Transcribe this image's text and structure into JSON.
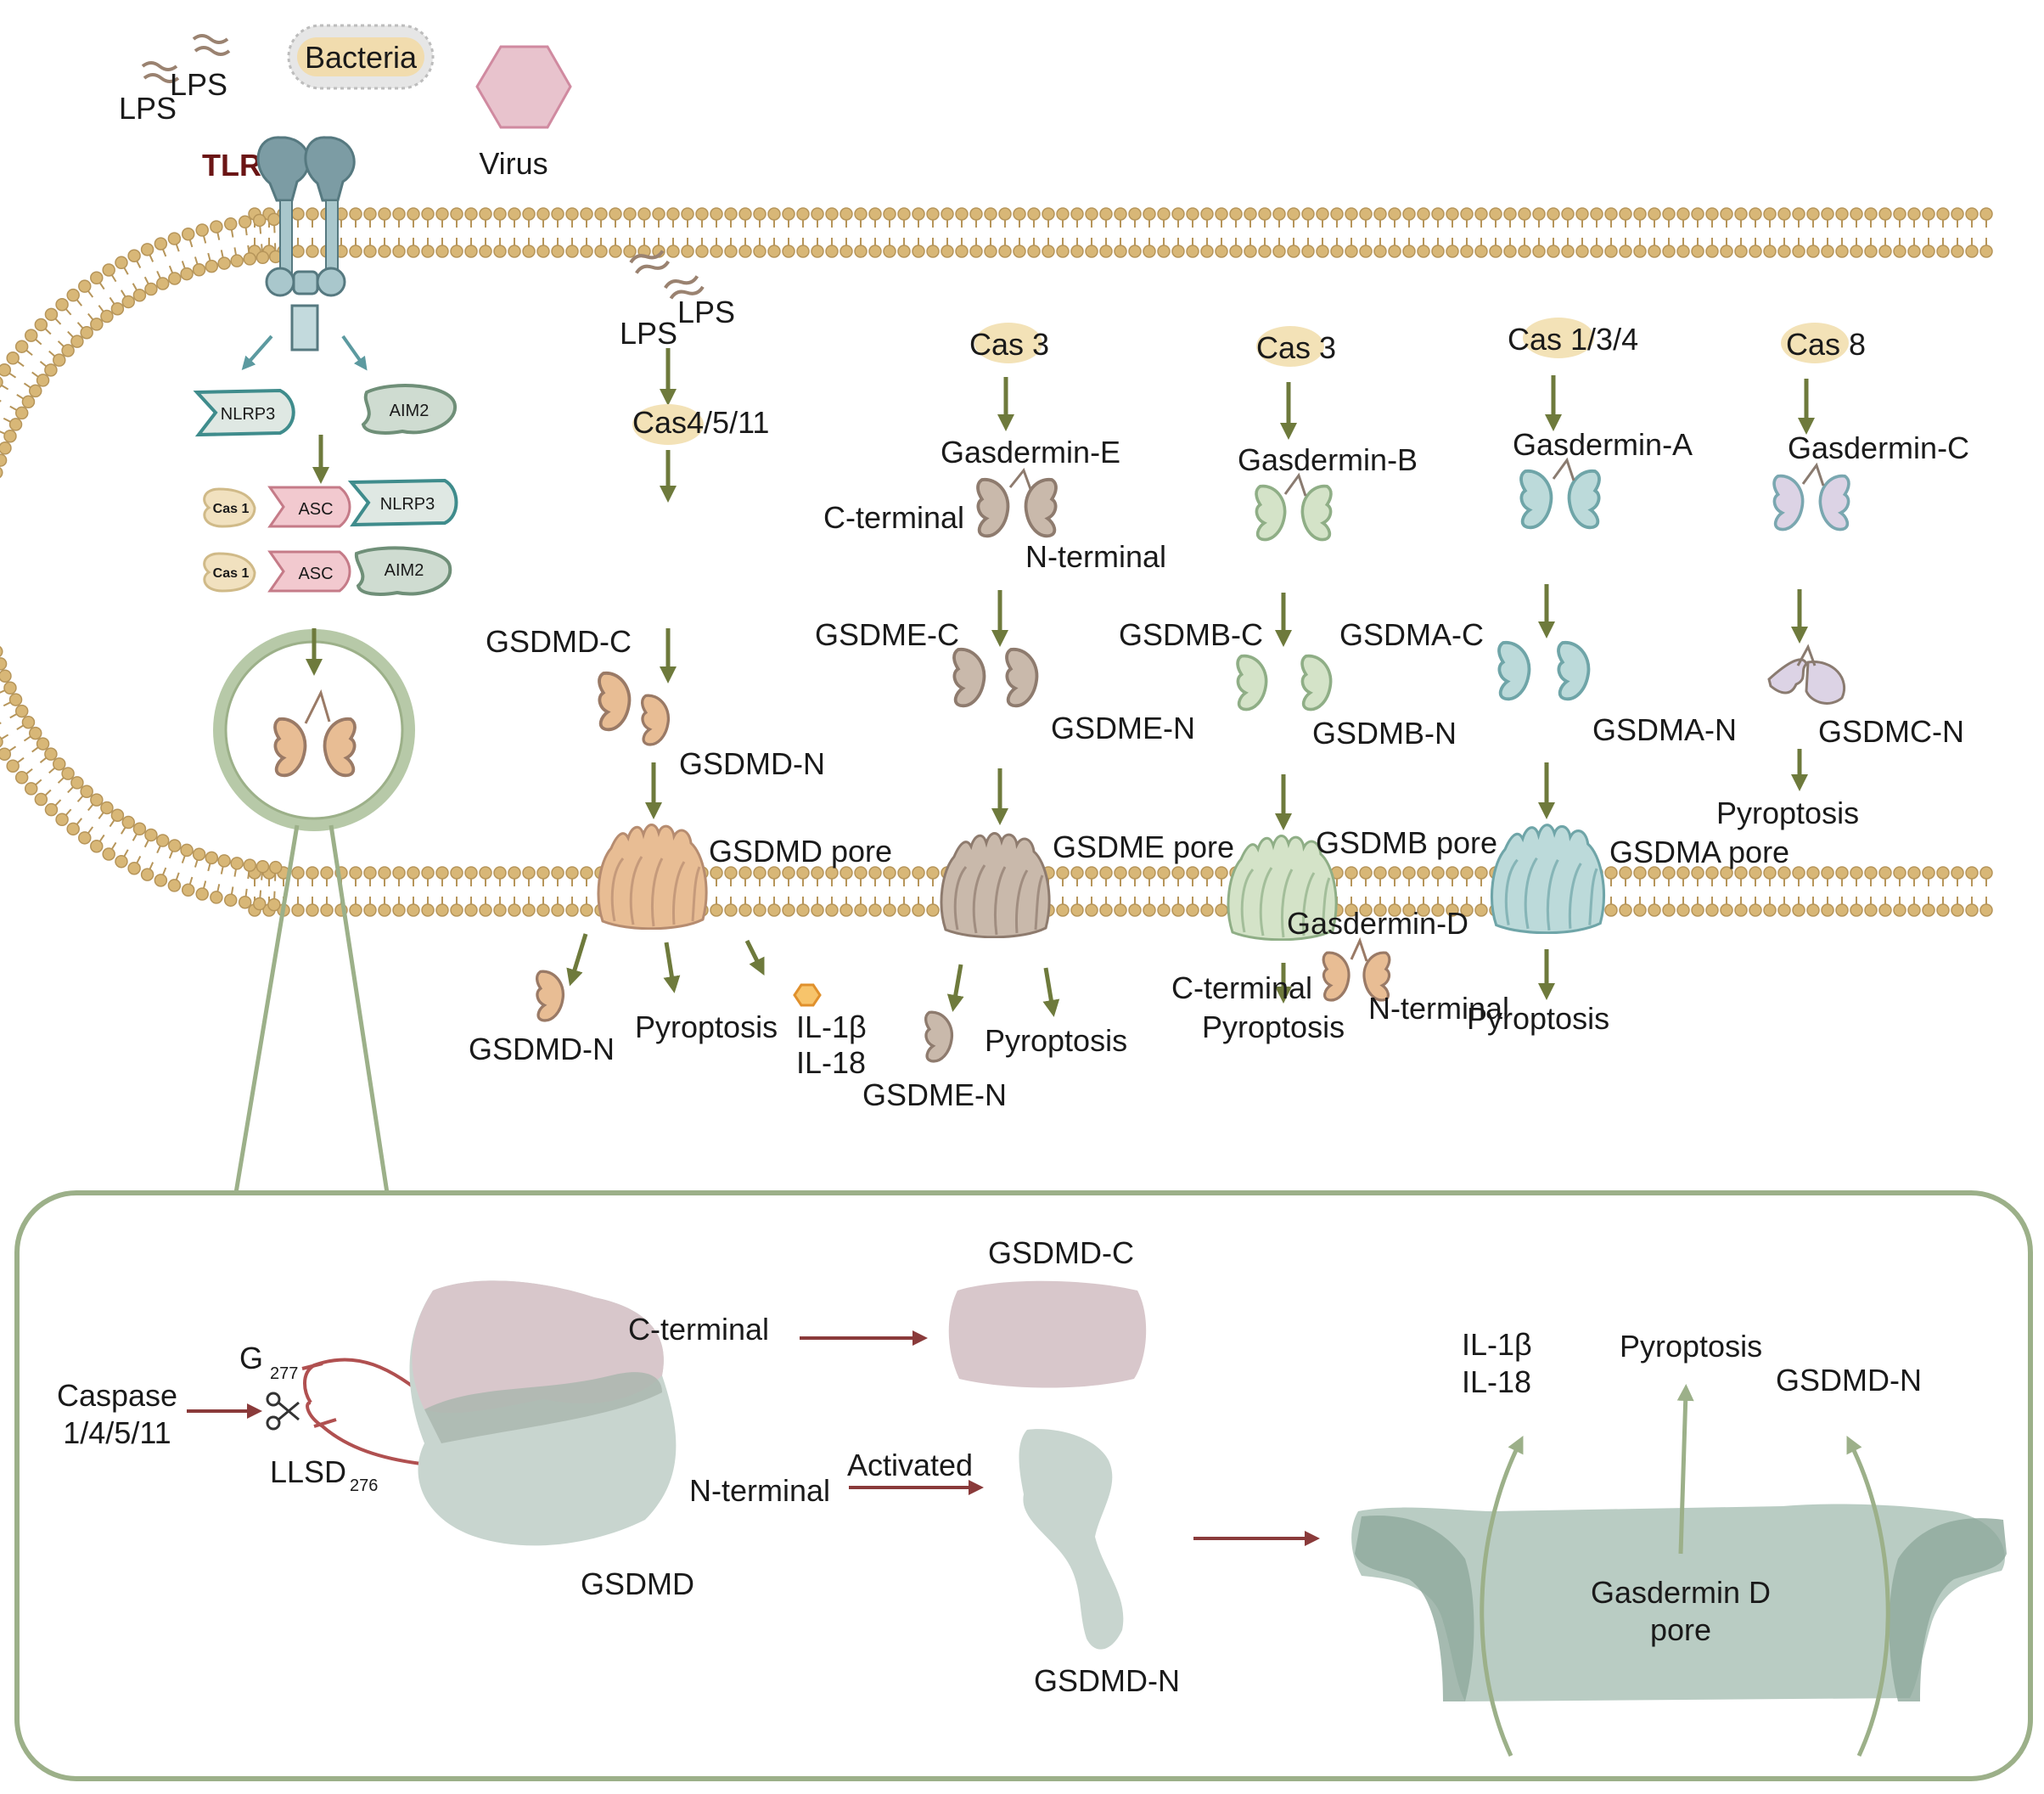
{
  "colors": {
    "membrane_head": "#d8b777",
    "membrane_head_edge": "#b6955a",
    "arrow_olive": "#6e7a3c",
    "arrow_red": "#8a3a3a",
    "gsdmd": "#e8bd94",
    "gsdme": "#c9b9ab",
    "gsdmb": "#d4e3c8",
    "gsdma": "#bcdada",
    "gsdmc": "#dcd3e5",
    "frame_green": "#9cb089",
    "receptor_teal": "#5c9aa0"
  },
  "stimuli": {
    "lps_a": "LPS",
    "lps_b": "LPS",
    "bacteria": "Bacteria",
    "virus": "Virus"
  },
  "receptor": {
    "tlr": "TLR",
    "nlrp3": "NLRP3",
    "aim2": "AIM2",
    "cas1": "Cas 1",
    "asc": "ASC"
  },
  "gsdmd_path": {
    "lps_a": "LPS",
    "lps_b": "LPS",
    "caspase": "Cas4/5/11",
    "c_frag": "GSDMD-C",
    "n_frag": "GSDMD-N",
    "pore": "GSDMD pore",
    "out_n": "GSDMD-N",
    "pyroptosis": "Pyroptosis",
    "il1b": "IL-1β",
    "il18": "IL-18"
  },
  "gsdme_path": {
    "caspase": "Cas 3",
    "protein": "Gasdermin-E",
    "c_term": "C-terminal",
    "n_term": "N-terminal",
    "c_frag": "GSDME-C",
    "n_frag": "GSDME-N",
    "pore": "GSDME pore",
    "out_n": "GSDME-N",
    "pyroptosis": "Pyroptosis"
  },
  "gsdmb_path": {
    "caspase": "Cas 3",
    "protein": "Gasdermin-B",
    "c_frag": "GSDMB-C",
    "n_frag": "GSDMB-N",
    "pore": "GSDMB pore",
    "gasdermin_d": "Gasdermin-D",
    "c_term": "C-terminal",
    "n_term": "N-terminal",
    "pyroptosis": "Pyroptosis"
  },
  "gsdma_path": {
    "caspase": "Cas 1/3/4",
    "protein": "Gasdermin-A",
    "c_frag": "GSDMA-C",
    "n_frag": "GSDMA-N",
    "pore": "GSDMA pore",
    "pyroptosis": "Pyroptosis"
  },
  "gsdmc_path": {
    "caspase": "Cas 8",
    "protein": "Gasdermin-C",
    "n_frag": "GSDMC-N",
    "pyroptosis": "Pyroptosis"
  },
  "inset": {
    "caspase_line1": "Caspase",
    "caspase_line2": "1/4/5/11",
    "g": "G",
    "g_sub": "277",
    "llsd": "LLSD",
    "llsd_sub": "276",
    "c_terminal": "C-terminal",
    "n_terminal": "N-terminal",
    "activated": "Activated",
    "gsdmd": "GSDMD",
    "gsdmd_c": "GSDMD-C",
    "gsdmd_n": "GSDMD-N",
    "il1b": "IL-1β",
    "il18": "IL-18",
    "pyroptosis": "Pyroptosis",
    "gsdmd_n_out": "GSDMD-N",
    "pore_line1": "Gasdermin D",
    "pore_line2": "pore"
  }
}
